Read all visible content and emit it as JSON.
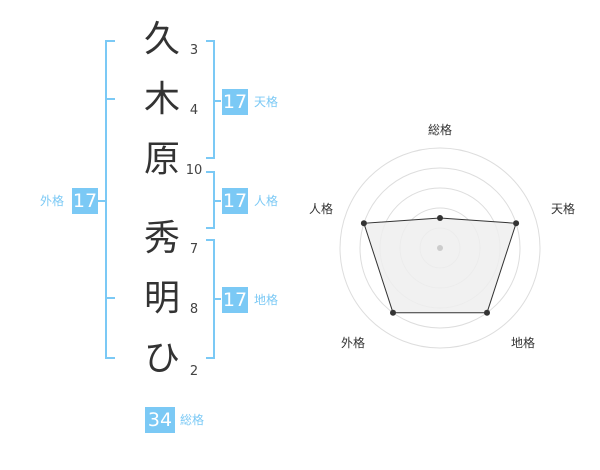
{
  "name": {
    "chars": [
      {
        "char": "久",
        "strokes": "3"
      },
      {
        "char": "木",
        "strokes": "4"
      },
      {
        "char": "原",
        "strokes": "10"
      },
      {
        "char": "秀",
        "strokes": "7"
      },
      {
        "char": "明",
        "strokes": "8"
      },
      {
        "char": "ひ",
        "strokes": "2"
      }
    ]
  },
  "fortunes": {
    "tenkaku": {
      "value": "17",
      "label": "天格"
    },
    "jinkaku": {
      "value": "17",
      "label": "人格"
    },
    "chikaku": {
      "value": "17",
      "label": "地格"
    },
    "gaikaku": {
      "value": "17",
      "label": "外格"
    },
    "soukaku": {
      "value": "34",
      "label": "総格"
    }
  },
  "colors": {
    "accent": "#7bc9f5",
    "char_text": "#333333",
    "radar_fill": "#efefef",
    "radar_line": "#333333"
  },
  "chart_data": {
    "type": "radar",
    "axes": [
      "総格",
      "天格",
      "地格",
      "外格",
      "人格"
    ],
    "max": 5,
    "values": [
      1.5,
      4,
      4,
      4,
      4
    ],
    "rings": 4
  }
}
